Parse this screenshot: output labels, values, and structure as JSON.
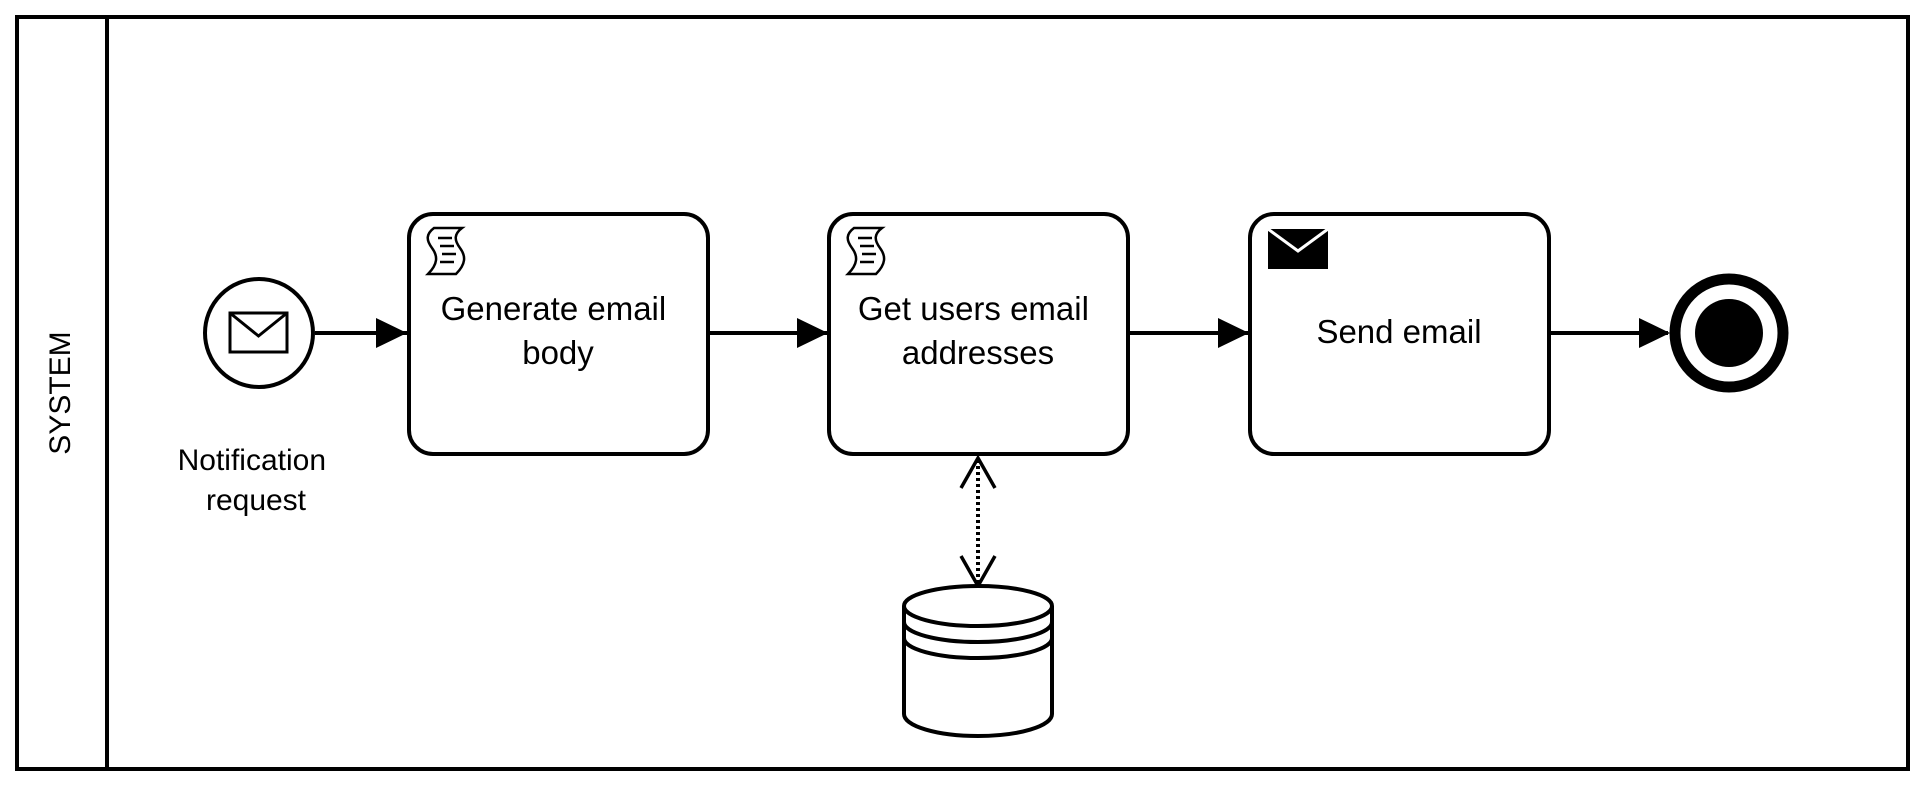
{
  "pool": {
    "lane_label": "SYSTEM"
  },
  "start_event": {
    "type": "message start event",
    "icon": "envelope-icon",
    "label_lines": [
      "Notification",
      "request"
    ]
  },
  "tasks": [
    {
      "type": "script task",
      "icon": "script-icon",
      "label_lines": [
        "Generate email",
        "body"
      ]
    },
    {
      "type": "script task",
      "icon": "script-icon",
      "label_lines": [
        "Get users email",
        "addresses"
      ]
    },
    {
      "type": "send task",
      "icon": "filled-envelope-icon",
      "label_lines": [
        "Send email"
      ]
    }
  ],
  "end_event": {
    "type": "end event"
  },
  "data_store": {
    "type": "data store",
    "icon": "database-icon",
    "association": "bidirectional, dotted, with task 2"
  },
  "colors": {
    "stroke": "#000000",
    "fill": "#ffffff"
  }
}
